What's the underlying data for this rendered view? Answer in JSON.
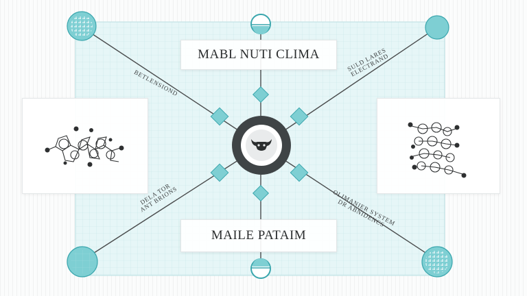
{
  "diagram": {
    "top_label": "MABL NUTI CLIMA",
    "bottom_label": "MAILE PATAIM",
    "edge_labels": {
      "top_left": [
        "BETLENSIOND"
      ],
      "top_right": [
        "SULD LARES",
        "ELECTRAND"
      ],
      "bottom_left": [
        "DELA TOR",
        "ANT BRIONS"
      ],
      "bottom_right": [
        "OLIMANIER SYSTEM",
        "DR ABNIDENCS"
      ]
    },
    "center_icon": "bull-head-icon",
    "colors": {
      "accent": "#7ecfd3",
      "accent_dark": "#3aa6ad",
      "line": "#4a4c4d",
      "center_ring": "#3f4446"
    }
  }
}
